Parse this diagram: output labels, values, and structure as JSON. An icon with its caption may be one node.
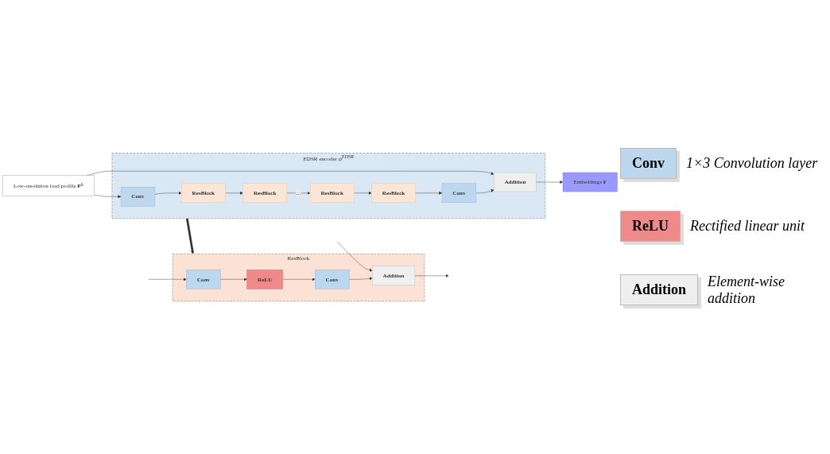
{
  "diagram": {
    "nodes": [
      {
        "text": [
          "Low-resolution load profile **P**$^{lr}$"
        ]
      },
      {
        "text": [
          "EDSR encoder *ψ*$^{EDSR}$"
        ]
      },
      {
        "text": [
          "Conv"
        ],
        "in": 1
      },
      {
        "text": [
          "ResBlock"
        ],
        "in": 1
      },
      {
        "text": [
          "ResBlock"
        ],
        "in": 1
      },
      {
        "text": [
          "ResBlock"
        ],
        "in": 1
      },
      {
        "text": [
          "ResBlock"
        ],
        "in": 1
      },
      {
        "text": [
          "Conv"
        ],
        "in": 1
      },
      {
        "text": [
          "Addition"
        ],
        "in": 1
      },
      {
        "text": [
          "Embeddings **F**"
        ]
      },
      {
        "text": [
          "ResBlock"
        ]
      },
      {
        "text": [
          "Conv"
        ],
        "in": 10
      },
      {
        "text": [
          "ReLU"
        ],
        "in": 10
      },
      {
        "text": [
          "Conv"
        ],
        "in": 10
      },
      {
        "text": [
          "Addition"
        ],
        "in": 10
      }
    ],
    "edges": [
      {
        "from": 0,
        "to": 2,
        "arrow": "to"
      },
      {
        "from": 0,
        "to": 8,
        "arrow": "to"
      },
      {
        "from": 2,
        "to": 3,
        "arrow": "to"
      },
      {
        "from": 3,
        "to": 4,
        "arrow": "to"
      },
      {
        "from": 4,
        "to": 5,
        "arrow": "to",
        "label": "…"
      },
      {
        "from": 5,
        "to": 6,
        "arrow": "to"
      },
      {
        "from": 6,
        "to": 7,
        "arrow": "to"
      },
      {
        "from": 7,
        "to": 8,
        "arrow": "to"
      },
      {
        "from": 8,
        "to": 9,
        "arrow": "to"
      },
      {
        "from": 1,
        "to": 10,
        "arrow": "to",
        "style": "thick"
      },
      {
        "from": null,
        "to": 11,
        "arrow": "to"
      },
      {
        "from": null,
        "to": 14,
        "arrow": "to"
      },
      {
        "from": 11,
        "to": 12,
        "arrow": "to"
      },
      {
        "from": 12,
        "to": 13,
        "arrow": "to"
      },
      {
        "from": 13,
        "to": 14,
        "arrow": "to"
      },
      {
        "from": 14,
        "to": null,
        "arrow": "to"
      }
    ],
    "labels": [
      "Conv",
      "ReLU",
      "Addition"
    ],
    "legend": [
      {
        "text": "1×3 Convolution layer",
        "color": "#bdd7ee"
      },
      {
        "text": "Rectified linear unit",
        "color": "#ee8a8a"
      },
      {
        "text": "Element-wise addition",
        "color": "#efefef"
      }
    ]
  }
}
